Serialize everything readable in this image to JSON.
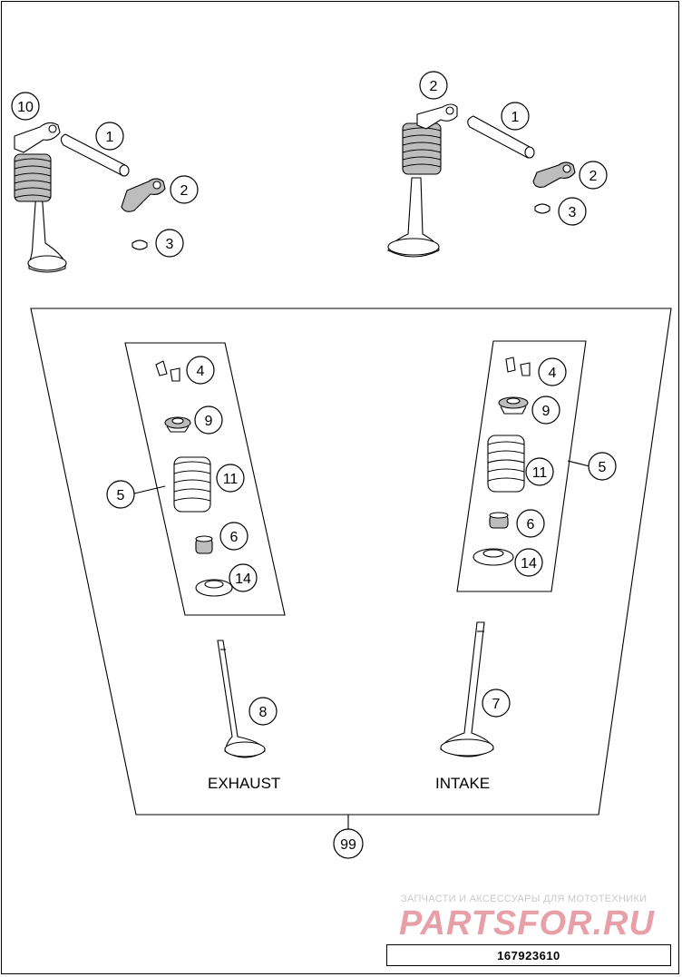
{
  "diagram": {
    "labels": {
      "exhaust": "EXHAUST",
      "intake": "INTAKE"
    },
    "callouts": [
      {
        "id": "c10-left",
        "number": "10"
      },
      {
        "id": "c1-left",
        "number": "1"
      },
      {
        "id": "c2-left",
        "number": "2"
      },
      {
        "id": "c3-left",
        "number": "3"
      },
      {
        "id": "c2-right-top",
        "number": "2"
      },
      {
        "id": "c1-right",
        "number": "1"
      },
      {
        "id": "c2-right",
        "number": "2"
      },
      {
        "id": "c3-right",
        "number": "3"
      },
      {
        "id": "c4-left",
        "number": "4"
      },
      {
        "id": "c9-left",
        "number": "9"
      },
      {
        "id": "c11-left",
        "number": "11"
      },
      {
        "id": "c5-left",
        "number": "5"
      },
      {
        "id": "c6-left",
        "number": "6"
      },
      {
        "id": "c14-left",
        "number": "14"
      },
      {
        "id": "c4-right",
        "number": "4"
      },
      {
        "id": "c9-right",
        "number": "9"
      },
      {
        "id": "c11-right",
        "number": "11"
      },
      {
        "id": "c5-right",
        "number": "5"
      },
      {
        "id": "c6-right",
        "number": "6"
      },
      {
        "id": "c14-right",
        "number": "14"
      },
      {
        "id": "c8",
        "number": "8"
      },
      {
        "id": "c7",
        "number": "7"
      },
      {
        "id": "c99",
        "number": "99"
      }
    ],
    "part_number": "167923610"
  },
  "watermark": {
    "tagline": "ЗАПЧАСТИ И АКСЕССУАРЫ ДЛЯ МОТОТЕХНИКИ",
    "brand": "PARTSFOR.RU",
    "brand_color": "#e8a0a8"
  }
}
